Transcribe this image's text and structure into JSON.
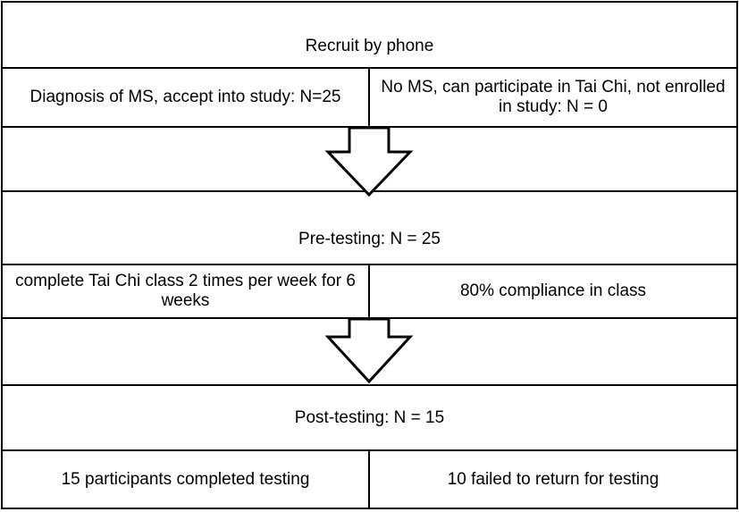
{
  "flow": {
    "recruit": "Recruit by phone",
    "ms_accept": "Diagnosis of MS, accept into study: N=25",
    "no_ms": "No MS, can participate in Tai Chi, not enrolled in study: N = 0",
    "pretest": "Pre-testing: N = 25",
    "tai_chi": "complete Tai Chi class 2 times per week for 6 weeks",
    "compliance": "80% compliance in class",
    "posttest": "Post-testing: N = 15",
    "completed": "15 participants completed testing",
    "failed": "10 failed to return for testing"
  }
}
